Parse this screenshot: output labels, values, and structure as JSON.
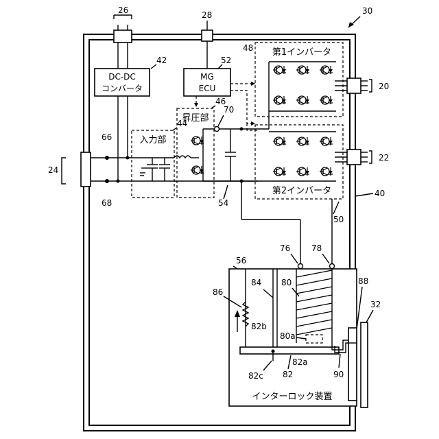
{
  "refs": {
    "r20": "20",
    "r22": "22",
    "r24": "24",
    "r26": "26",
    "r28": "28",
    "r30": "30",
    "r32": "32",
    "r40": "40",
    "r42": "42",
    "r44": "44",
    "r46": "46",
    "r48": "48",
    "r50": "50",
    "r52": "52",
    "r54": "54",
    "r56": "56",
    "r66": "66",
    "r68": "68",
    "r70": "70",
    "r76": "76",
    "r78": "78",
    "r80": "80",
    "r80a": "80a",
    "r82": "82",
    "r82a": "82a",
    "r82b": "82b",
    "r82c": "82c",
    "r84": "84",
    "r86": "86",
    "r88": "88",
    "r90": "90"
  },
  "blocks": {
    "dcdc_line1": "DC-DC",
    "dcdc_line2": "コンバータ",
    "mg_line1": "MG",
    "mg_line2": "ECU",
    "input": "入力部",
    "boost": "昇圧部",
    "inverter1": "第1インバータ",
    "inverter2": "第2インバータ",
    "interlock": "インターロック装置"
  }
}
